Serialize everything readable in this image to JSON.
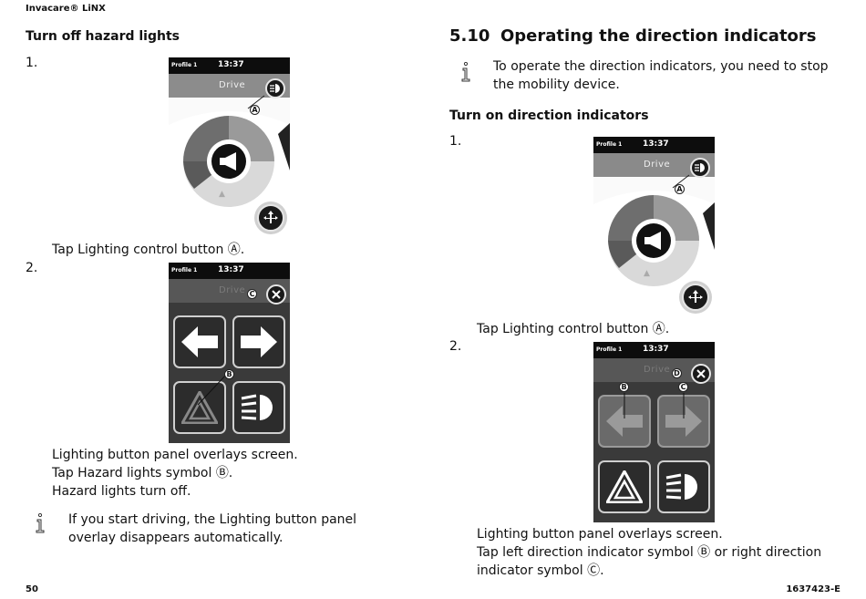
{
  "header": {
    "brand": "Invacare® LiNX"
  },
  "left": {
    "section_title": "Turn off hazard lights",
    "step1_num": "1.",
    "step1_text": "Tap Lighting control button Ⓐ.",
    "step2_num": "2.",
    "step2_lines": [
      "Lighting button panel overlays screen.",
      "Tap Hazard lights symbol Ⓑ.",
      "Hazard lights turn off."
    ],
    "note": "If you start driving, the Lighting button panel overlay disappears automatically."
  },
  "right": {
    "section_number": "5.10",
    "section_title": "Operating the direction indicators",
    "note": "To operate the direction indicators, you need to stop the mobility device.",
    "subsection_title": "Turn on direction indicators",
    "step1_num": "1.",
    "step1_text": "Tap Lighting control button Ⓐ.",
    "step2_num": "2.",
    "step2_lines": [
      "Lighting button panel overlays screen.",
      "Tap left direction indicator symbol Ⓑ or right direction indicator symbol Ⓒ."
    ]
  },
  "screens": {
    "profile": "Profile 1",
    "time": "13:37",
    "drive": "Drive",
    "callouts": {
      "a": "A",
      "b": "B",
      "c": "C",
      "d": "D"
    }
  },
  "footer": {
    "page": "50",
    "doc": "1637423-E"
  },
  "icons": [
    "info-icon",
    "light-icon",
    "horn-icon",
    "arrows-icon",
    "close-icon",
    "arrow-left-icon",
    "arrow-right-icon",
    "hazard-icon",
    "headlight-icon"
  ]
}
